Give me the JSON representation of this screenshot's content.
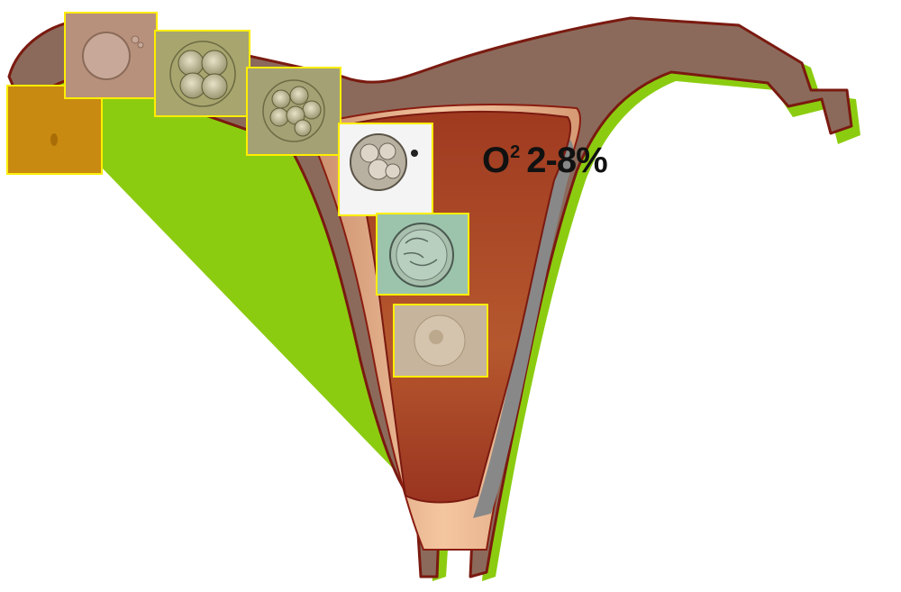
{
  "label": {
    "element": "O",
    "superscript": "2",
    "range": "2-8%"
  },
  "colors": {
    "tube_outline": "#8a1c10",
    "tube_fill": "#8b6a5b",
    "highlight": "#8ccc10",
    "shadow": "#888888",
    "uterus_inner": "#a63a20",
    "uterus_light": "#f3c39c",
    "frame": "#ffee00"
  },
  "embryo_images": [
    {
      "stage": "oocyte"
    },
    {
      "stage": "zygote"
    },
    {
      "stage": "4-cell"
    },
    {
      "stage": "8-cell"
    },
    {
      "stage": "morula"
    },
    {
      "stage": "blastocyst"
    },
    {
      "stage": "hatching-blastocyst"
    }
  ]
}
